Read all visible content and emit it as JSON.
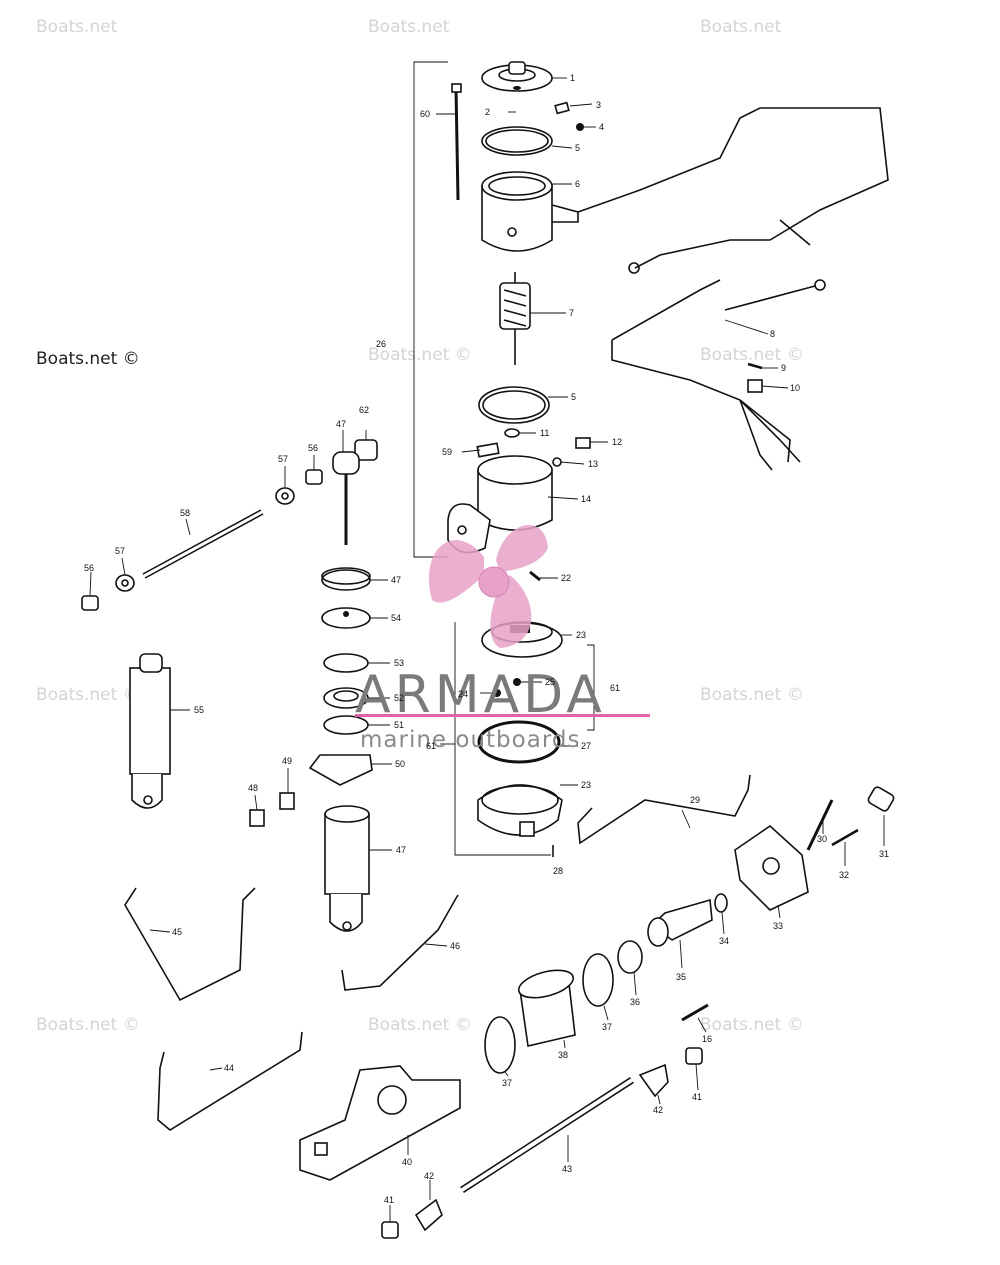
{
  "watermarks": {
    "site": "Boats.net",
    "site_copyright": "Boats.net ©"
  },
  "logo": {
    "brand": "ARMADA",
    "tagline": "marine outboards",
    "accent_color": "#e8a2c8",
    "bar_color": "#e062a8"
  },
  "callouts": {
    "c1": "1",
    "c2": "2",
    "c3": "3",
    "c4": "4",
    "c5a": "5",
    "c5b": "5",
    "c6": "6",
    "c7": "7",
    "c8": "8",
    "c9": "9",
    "c10": "10",
    "c11": "11",
    "c12": "12",
    "c13": "13",
    "c14": "14",
    "c16": "16",
    "c22": "22",
    "c23a": "23",
    "c23b": "23",
    "c24": "24",
    "c25": "25",
    "c26": "26",
    "c27": "27",
    "c28": "28",
    "c29": "29",
    "c30": "30",
    "c31": "31",
    "c32": "32",
    "c33": "33",
    "c34": "34",
    "c35": "35",
    "c36": "36",
    "c37a": "37",
    "c37b": "37",
    "c38": "38",
    "c40": "40",
    "c41a": "41",
    "c41b": "41",
    "c42a": "42",
    "c42b": "42",
    "c43": "43",
    "c44": "44",
    "c45": "45",
    "c46": "46",
    "c47a": "47",
    "c47b": "47",
    "c47c": "47",
    "c48": "48",
    "c49": "49",
    "c50": "50",
    "c51": "51",
    "c52": "52",
    "c53": "53",
    "c54": "54",
    "c55": "55",
    "c56a": "56",
    "c56b": "56",
    "c57a": "57",
    "c57b": "57",
    "c58": "58",
    "c59": "59",
    "c60": "60",
    "c61a": "61",
    "c61b": "61",
    "c62": "62"
  }
}
